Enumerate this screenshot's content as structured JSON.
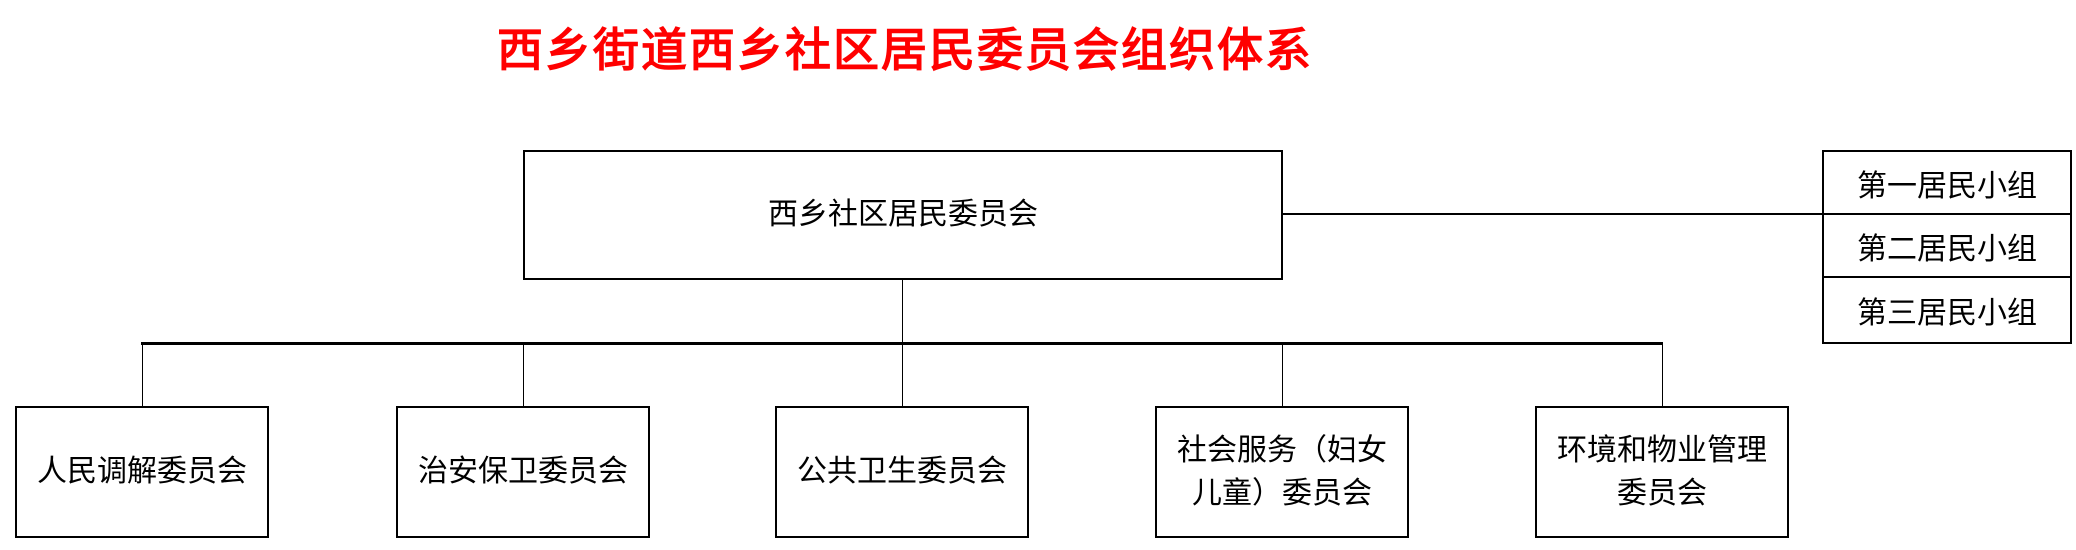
{
  "title": "西乡街道西乡社区居民委员会组织体系",
  "root": "西乡社区居民委员会",
  "resident_groups": [
    "第一居民小组",
    "第二居民小组",
    "第三居民小组"
  ],
  "committees": [
    "人民调解委员会",
    "治安保卫委员会",
    "公共卫生委员会",
    "社会服务（妇女儿童）委员会",
    "环境和物业管理委员会"
  ],
  "colors": {
    "title": "#ff0000",
    "lines": "#000000"
  }
}
